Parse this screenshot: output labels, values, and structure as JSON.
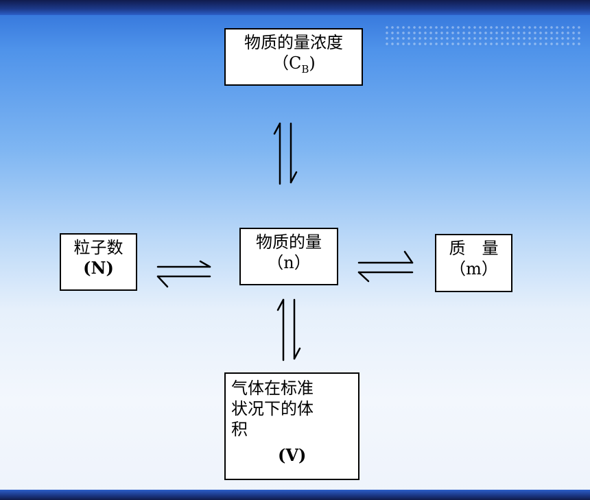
{
  "slide": {
    "concentration": {
      "title": "物质的量浓度",
      "symbol_open": "（C",
      "symbol_sub": "B",
      "symbol_close": ")"
    },
    "amount": {
      "title": "物质的量",
      "symbol": "（n）"
    },
    "particles": {
      "title": "粒子数",
      "symbol": "(N)"
    },
    "mass": {
      "title": "质　量",
      "symbol": "（m）"
    },
    "volume": {
      "line1": "气体在标准",
      "line2": "状况下的体",
      "line3": "积",
      "symbol": "(V)"
    }
  },
  "colors": {
    "box_border": "#000000",
    "arrow": "#000000",
    "top_bar": "#1d3a8a"
  }
}
